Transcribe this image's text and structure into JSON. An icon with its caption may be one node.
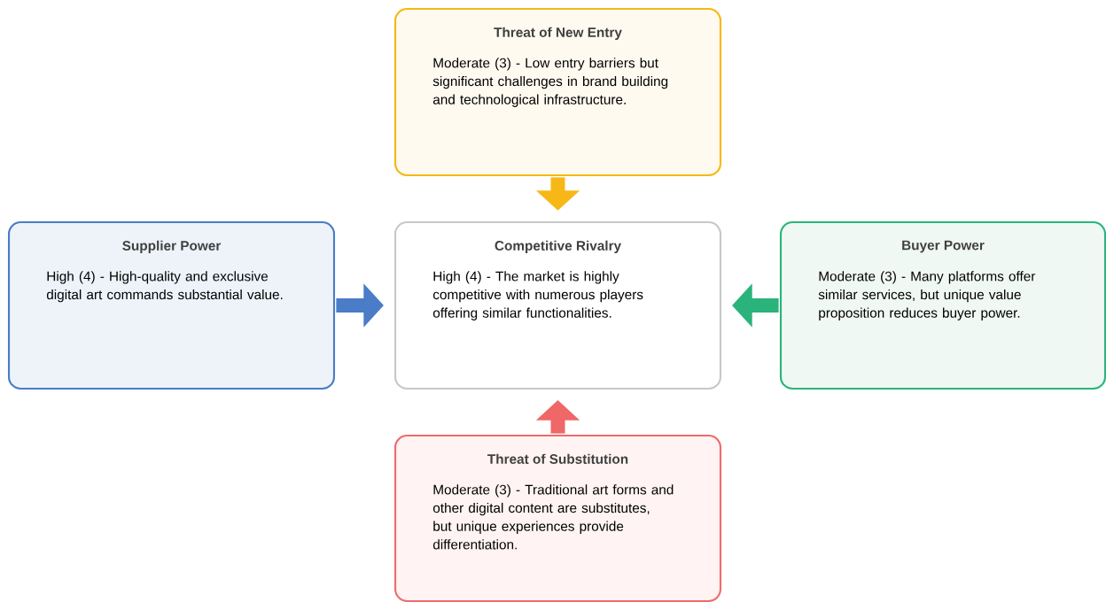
{
  "diagram": {
    "nodes": [
      {
        "text": [
          "Threat of New Entry",
          "Moderate (3) - Low entry barriers but significant challenges in brand building and technological infrastructure."
        ]
      },
      {
        "text": [
          "Supplier Power",
          "High (4) - High-quality and exclusive digital art commands substantial value."
        ]
      },
      {
        "text": [
          "Competitive Rivalry",
          "High (4) - The market is highly competitive with numerous players offering similar functionalities."
        ]
      },
      {
        "text": [
          "Buyer Power",
          "Moderate (3) - Many platforms offer similar services, but unique value proposition reduces buyer power."
        ]
      },
      {
        "text": [
          "Threat of Substitution",
          "Moderate (3) - Traditional art forms and other digital content are substitutes, but unique experiences provide differentiation."
        ]
      }
    ],
    "edges": [
      {
        "from": 0,
        "to": 2,
        "arrow": "to",
        "color": "#f7b817"
      },
      {
        "from": 1,
        "to": 2,
        "arrow": "to",
        "color": "#4a7cc7"
      },
      {
        "from": 3,
        "to": 2,
        "arrow": "to",
        "color": "#2bb37c"
      },
      {
        "from": 4,
        "to": 2,
        "arrow": "to",
        "color": "#ef6767"
      }
    ]
  }
}
